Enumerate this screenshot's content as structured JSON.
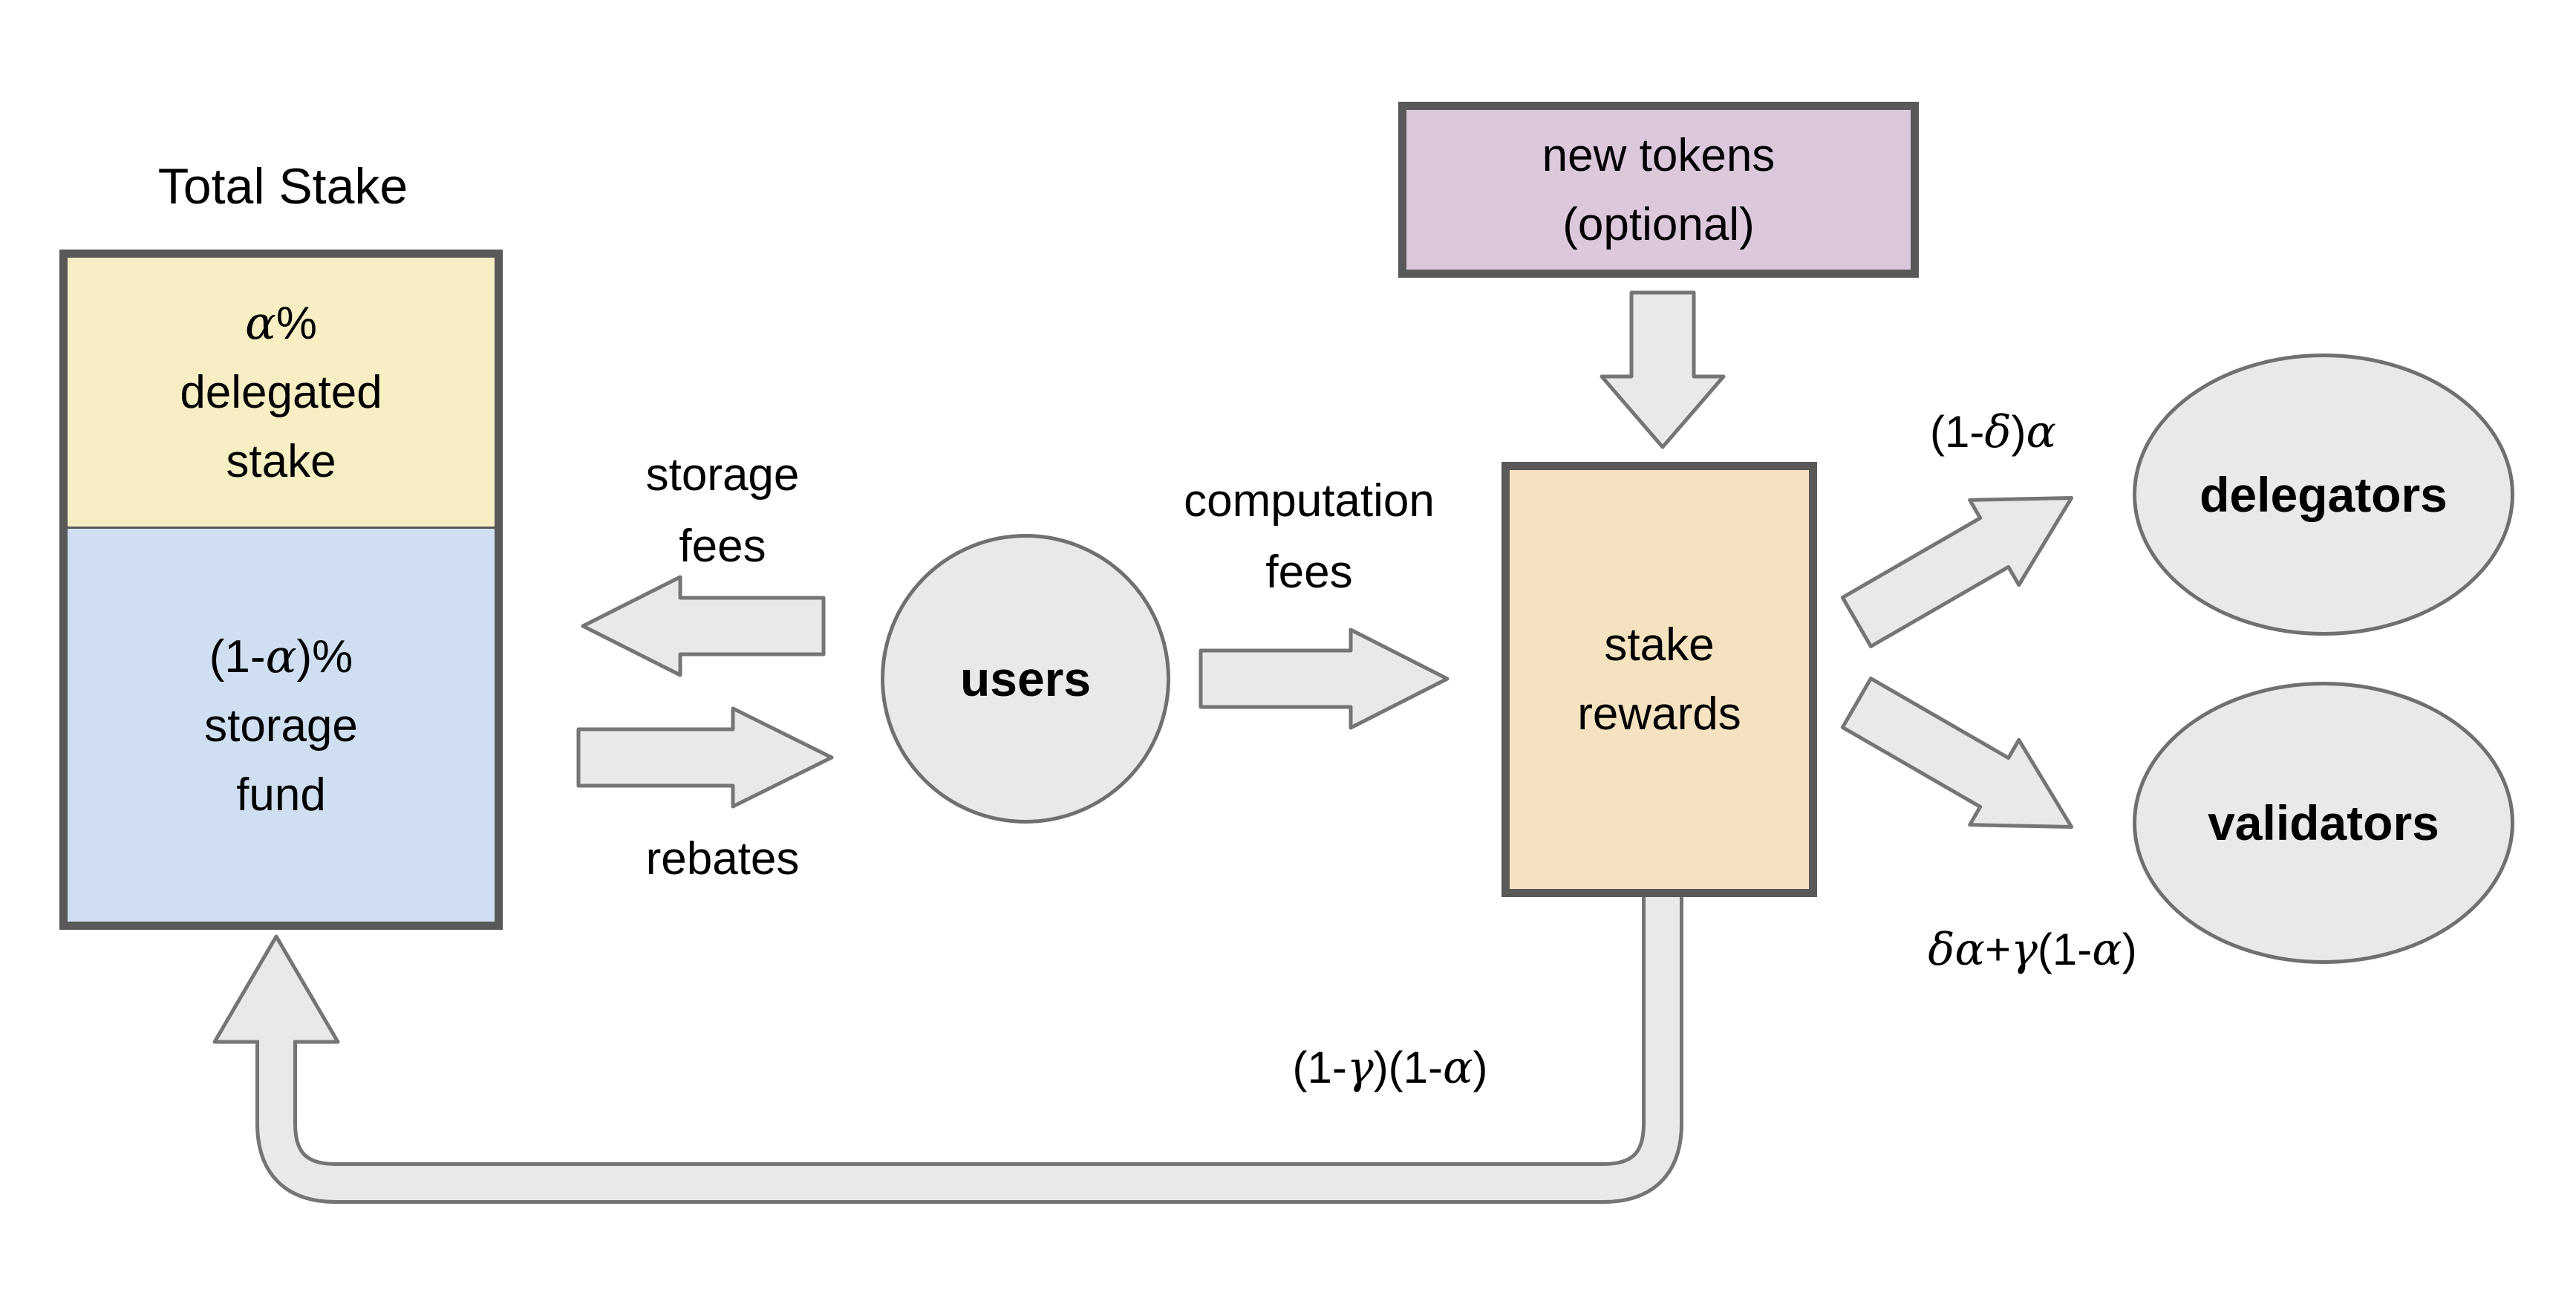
{
  "colors": {
    "delegated_fill": "#f7efc3",
    "storage_fund_fill": "#cfdff1",
    "new_tokens_fill": "#dbc8db",
    "stake_rewards_fill": "#f5e2c0",
    "node_fill": "#e9e9e9",
    "arrow_fill": "#e9e9e9",
    "arrow_stroke": "#757575",
    "ellipse_border": "#707070",
    "box_border": "#595959",
    "text": "#000000"
  },
  "total_stake": {
    "title": "Total Stake",
    "delegated_line1": "α%",
    "delegated_line2": "delegated",
    "delegated_line3": "stake",
    "fund_line1": "(1-α)%",
    "fund_line2": "storage",
    "fund_line3": "fund"
  },
  "nodes": {
    "users": "users",
    "new_tokens_line1": "new tokens",
    "new_tokens_line2": "(optional)",
    "stake_rewards_line1": "stake",
    "stake_rewards_line2": "rewards",
    "delegators": "delegators",
    "validators": "validators"
  },
  "flow_labels": {
    "storage_fees_line1": "storage",
    "storage_fees_line2": "fees",
    "rebates": "rebates",
    "computation_fees_line1": "computation",
    "computation_fees_line2": "fees",
    "to_delegators": "(1-δ)α",
    "to_validators": "δα+γ(1-α)",
    "to_storage_fund": "(1-γ)(1-α)"
  }
}
